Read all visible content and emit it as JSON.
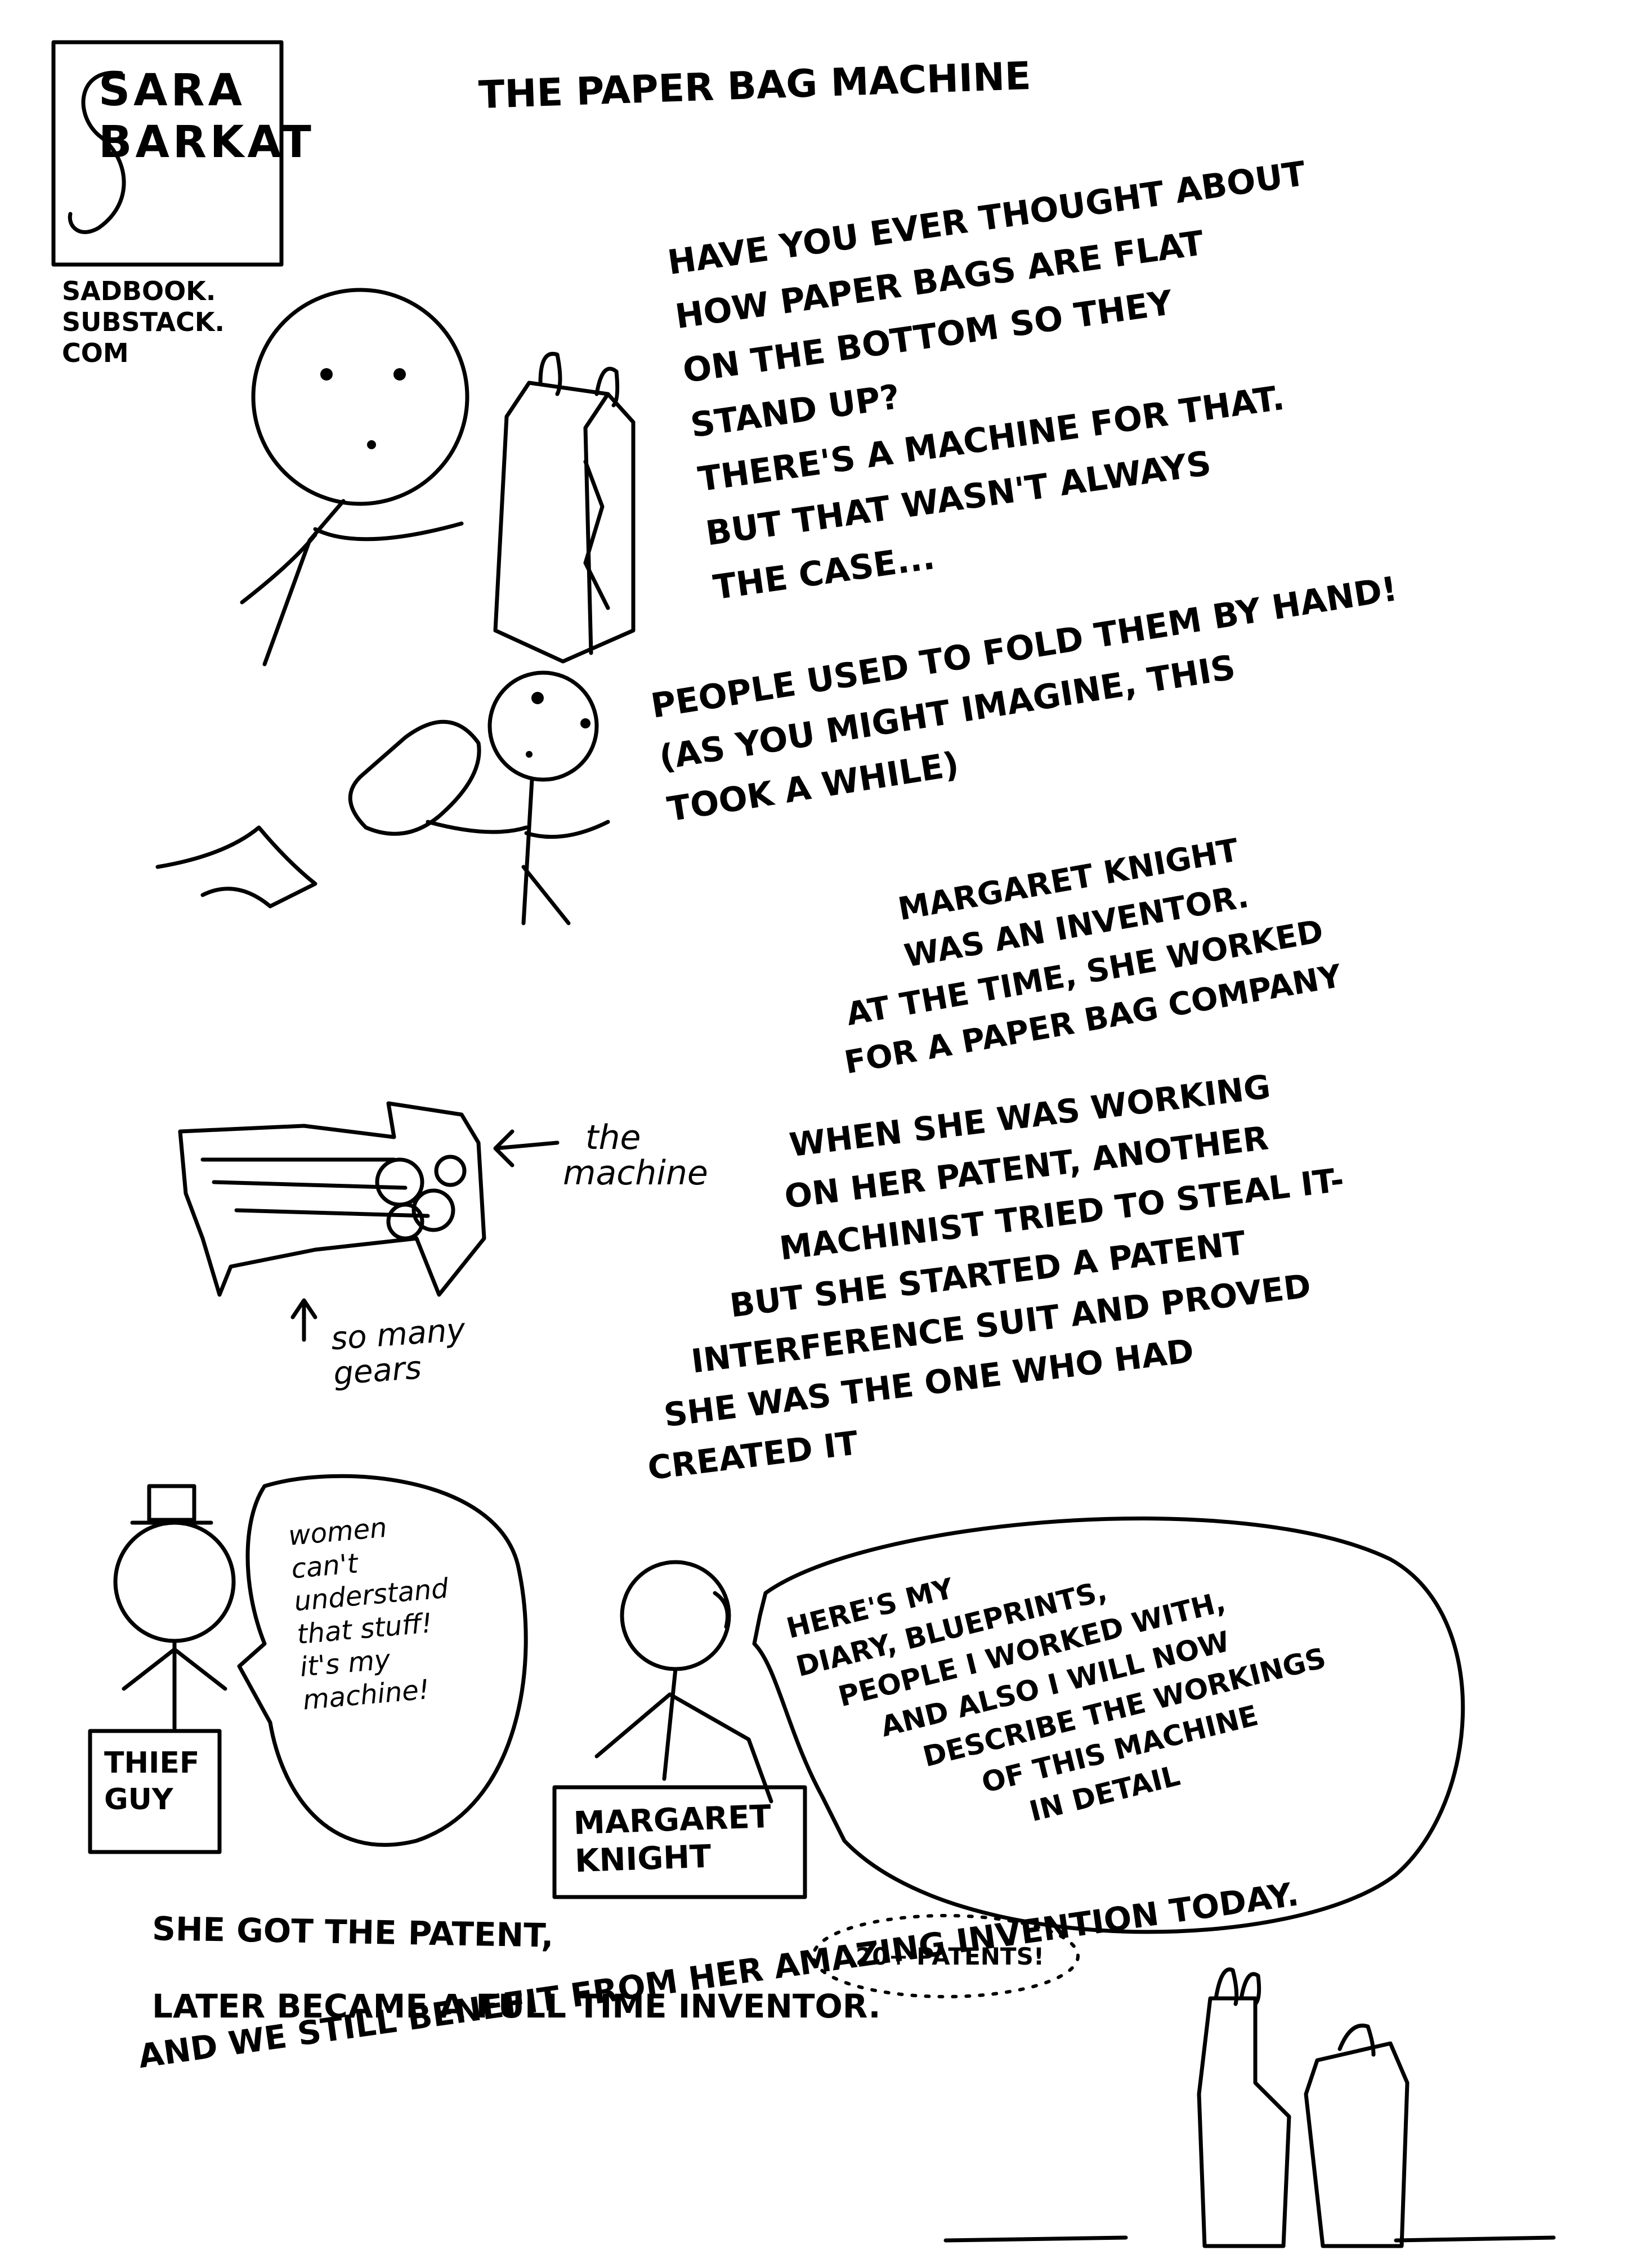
{
  "logo": {
    "letters": "SARA BARKAT"
  },
  "page_title": "THE PAPER BAG MACHINE",
  "byline": [
    "SADBOOK.",
    "SUBSTACK.",
    "COM"
  ],
  "panel1": [
    "HAVE YOU EVER THOUGHT ABOUT",
    "HOW PAPER BAGS ARE FLAT",
    "ON THE BOTTOM SO THEY",
    "STAND UP?",
    "THERE'S A MACHINE FOR THAT.",
    "BUT THAT WASN'T ALWAYS",
    "THE CASE..."
  ],
  "panel2": [
    "PEOPLE USED TO FOLD THEM BY HAND!",
    "(AS YOU MIGHT IMAGINE, THIS",
    "TOOK A WHILE)"
  ],
  "panel3": [
    "MARGARET KNIGHT",
    "WAS AN INVENTOR.",
    "AT THE TIME, SHE WORKED",
    "FOR A PAPER BAG COMPANY"
  ],
  "machine_label": [
    "the",
    "machine"
  ],
  "gears_label": [
    "so many",
    "gears"
  ],
  "panel4": [
    "WHEN SHE WAS WORKING",
    "ON HER PATENT, ANOTHER",
    "MACHINIST TRIED TO STEAL IT-",
    "BUT SHE STARTED A PATENT",
    "INTERFERENCE SUIT AND PROVED",
    "SHE WAS THE ONE WHO HAD",
    "CREATED IT"
  ],
  "thief_speech": [
    "women",
    "can't",
    "understand",
    "that stuff!",
    "it's my",
    "machine!"
  ],
  "thief_label": [
    "THIEF",
    "GUY"
  ],
  "margaret_speech": [
    "HERE'S MY",
    "DIARY, BLUEPRINTS,",
    "PEOPLE I WORKED WITH,",
    "AND ALSO I WILL NOW",
    "DESCRIBE THE WORKINGS",
    "OF THIS MACHINE",
    "IN DETAIL"
  ],
  "margaret_label": [
    "MARGARET",
    "KNIGHT"
  ],
  "patents_note": "20+ PATENTS!",
  "ending": [
    "SHE GOT THE PATENT,",
    "LATER BECAME A FULL TIME INVENTOR.",
    "AND WE STILL BENEFIT FROM HER AMAZING INVENTION TODAY."
  ]
}
